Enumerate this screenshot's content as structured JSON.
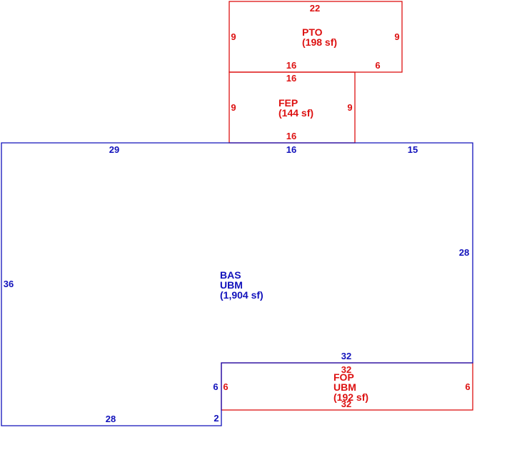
{
  "colors": {
    "main": "#1111bb",
    "addition": "#dd1111",
    "background": "#ffffff"
  },
  "areas": {
    "pto": {
      "name": "PTO",
      "area": "(198 sf)"
    },
    "fep": {
      "name": "FEP",
      "area": "(144 sf)"
    },
    "bas": {
      "name": "BAS",
      "material": "UBM",
      "area": "(1,904 sf)"
    },
    "fop": {
      "name": "FOP",
      "material": "UBM",
      "area": "(192 sf)"
    }
  },
  "dimensions": {
    "pto_top": "22",
    "pto_left": "9",
    "pto_right": "9",
    "pto_bottom_left": "16",
    "pto_bottom_right": "6",
    "fep_top": "16",
    "fep_left": "9",
    "fep_right": "9",
    "fep_bottom": "16",
    "bas_top_left": "29",
    "bas_top_mid": "16",
    "bas_top_right": "15",
    "bas_left": "36",
    "bas_right": "28",
    "bas_notch_top": "32",
    "bas_notch_side": "6",
    "bas_bottom": "28",
    "bas_step": "2",
    "fop_top": "32",
    "fop_left": "6",
    "fop_right": "6",
    "fop_bottom": "32"
  }
}
